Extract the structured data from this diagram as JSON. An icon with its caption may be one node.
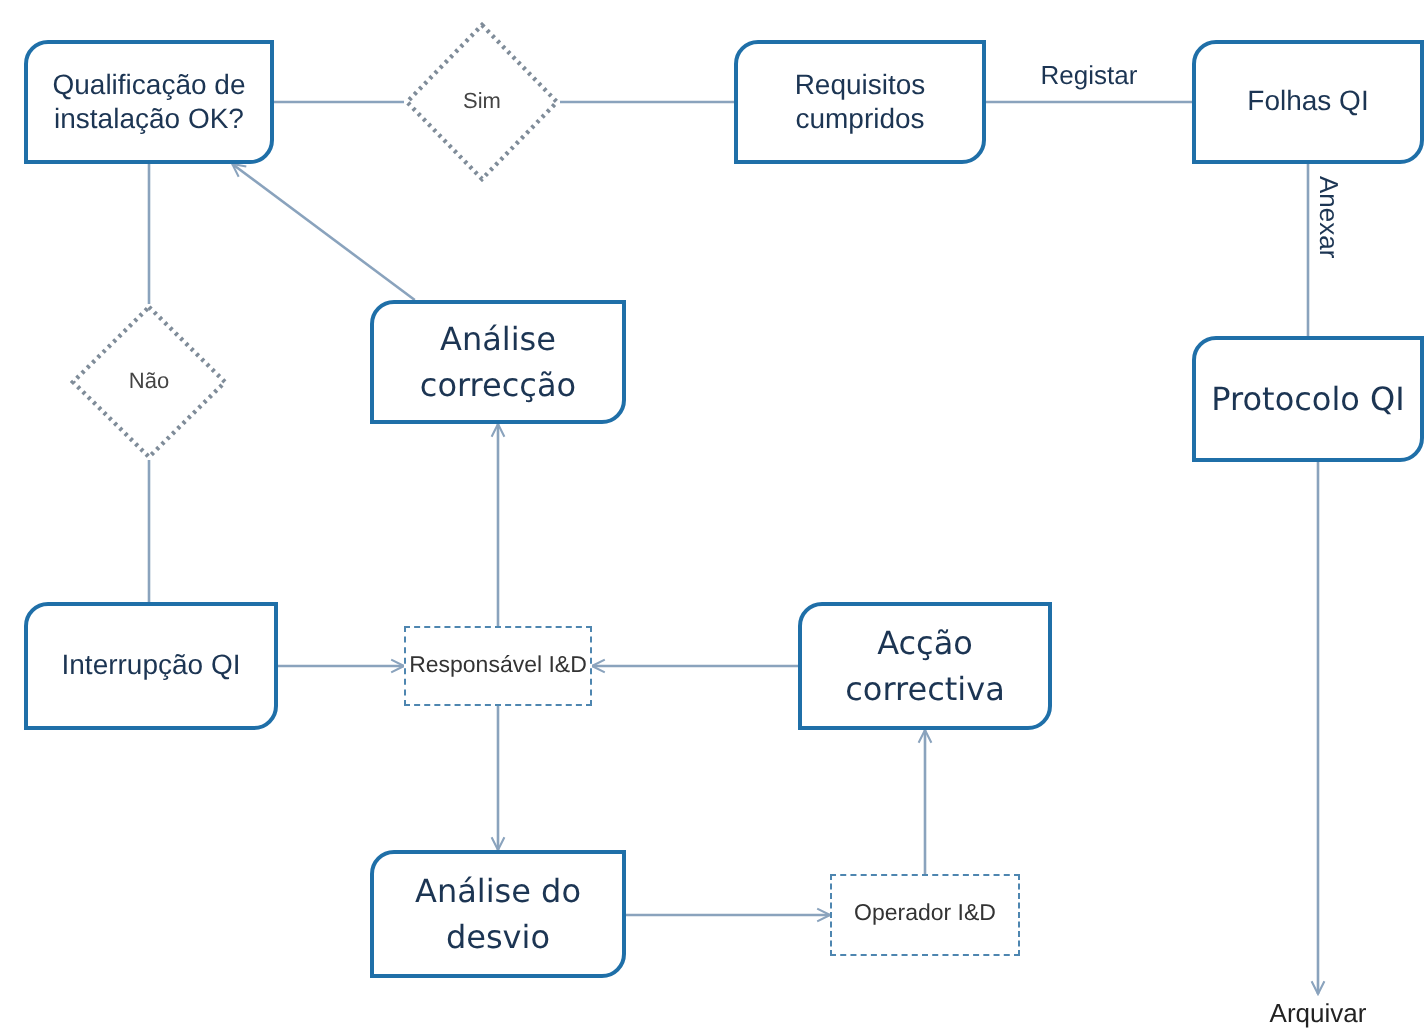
{
  "diagram": {
    "nodes": [
      {
        "text": [
          "Qualificação de instalação OK?"
        ]
      },
      {
        "text": [
          "Sim"
        ]
      },
      {
        "text": [
          "Requisitos cumpridos"
        ]
      },
      {
        "text": [
          "Folhas QI"
        ]
      },
      {
        "text": [
          "Não"
        ]
      },
      {
        "text": [
          "Análise correcção"
        ]
      },
      {
        "text": [
          "Protocolo QI"
        ]
      },
      {
        "text": [
          "Interrupção QI"
        ]
      },
      {
        "text": [
          "Responsável I&D"
        ]
      },
      {
        "text": [
          "Acção correctiva"
        ]
      },
      {
        "text": [
          "Análise do desvio"
        ]
      },
      {
        "text": [
          "Operador I&D"
        ]
      },
      {
        "text": [
          "Arquivar"
        ]
      }
    ],
    "edges": [
      {
        "from": 0,
        "to": 1,
        "arrow": "none"
      },
      {
        "from": 1,
        "to": 2,
        "arrow": "none"
      },
      {
        "from": 2,
        "to": 3,
        "arrow": "none",
        "label": "Registar"
      },
      {
        "from": 3,
        "to": 6,
        "arrow": "none",
        "label": "Anexar"
      },
      {
        "from": 6,
        "to": 12,
        "arrow": "to"
      },
      {
        "from": 0,
        "to": 4,
        "arrow": "none"
      },
      {
        "from": 4,
        "to": 7,
        "arrow": "none"
      },
      {
        "from": 5,
        "to": 0,
        "arrow": "to"
      },
      {
        "from": 8,
        "to": 5,
        "arrow": "to"
      },
      {
        "from": 7,
        "to": 8,
        "arrow": "to"
      },
      {
        "from": 9,
        "to": 8,
        "arrow": "to"
      },
      {
        "from": 8,
        "to": 10,
        "arrow": "to"
      },
      {
        "from": 10,
        "to": 11,
        "arrow": "to"
      },
      {
        "from": 11,
        "to": 9,
        "arrow": "to"
      }
    ]
  }
}
